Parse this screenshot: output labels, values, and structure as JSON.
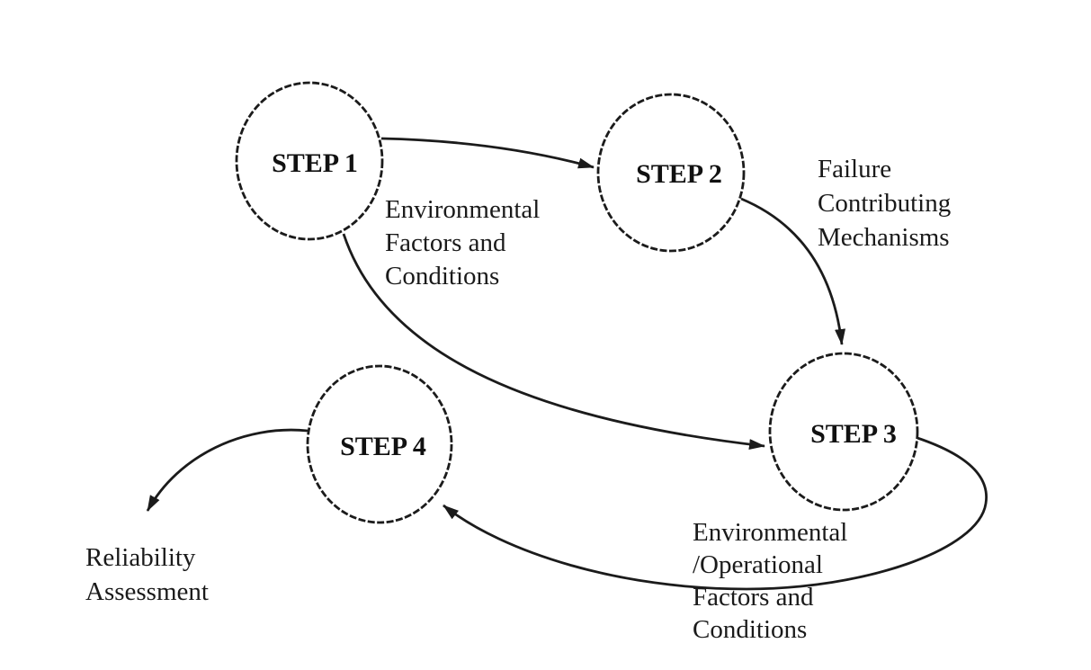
{
  "diagram": {
    "type": "flowchart",
    "nodes": [
      {
        "id": "step1",
        "label": "STEP 1"
      },
      {
        "id": "step2",
        "label": "STEP 2"
      },
      {
        "id": "step3",
        "label": "STEP 3"
      },
      {
        "id": "step4",
        "label": "STEP 4"
      }
    ],
    "labels": {
      "environmental_factors": {
        "lines": [
          "Environmental",
          "Factors and",
          "Conditions"
        ]
      },
      "failure_mechanisms": {
        "lines": [
          "Failure",
          "Contributing",
          "Mechanisms"
        ]
      },
      "environmental_operational": {
        "lines": [
          "Environmental",
          "/Operational",
          "Factors and",
          "Conditions"
        ]
      },
      "reliability_assessment": {
        "lines": [
          "Reliability",
          "Assessment"
        ]
      }
    },
    "edges": [
      {
        "from": "step1",
        "to": "step2",
        "label": "Environmental Factors and Conditions"
      },
      {
        "from": "step2",
        "to": "step3",
        "label": "Failure Contributing Mechanisms"
      },
      {
        "from": "step1",
        "to": "step3",
        "label": ""
      },
      {
        "from": "step3",
        "to": "step4",
        "label": "Environmental /Operational Factors and Conditions"
      },
      {
        "from": "step4",
        "to": "reliability-assessment-output",
        "label": "Reliability Assessment"
      }
    ]
  },
  "colors": {
    "ink": "#1b1b1b",
    "text": "#1a1a1a",
    "background": "#ffffff"
  }
}
